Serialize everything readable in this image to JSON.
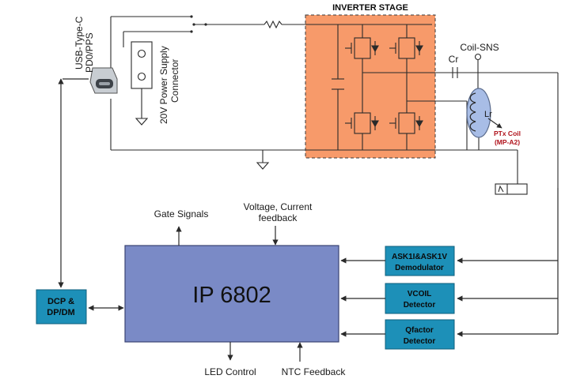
{
  "texts": {
    "inverter_stage": "INVERTER STAGE",
    "usb_line1": "USB-Type-C",
    "usb_line2": "PD0/PPS",
    "ps_line1": "20V Power Supply",
    "ps_line2": "Connector",
    "coil_sns": "Coil-SNS",
    "cr": "Cr",
    "lr": "Lr",
    "ptx_line1": "PTx Coil",
    "ptx_line2": "(MP-A2)",
    "gate_signals": "Gate Signals",
    "voltage_line1": "Voltage, Current",
    "voltage_line2": "feedback",
    "ip_label": "IP 6802",
    "dcp_line1": "DCP &",
    "dcp_line2": "DP/DM",
    "ask_line1": "ASK1I&ASK1V",
    "ask_line2": "Demodulator",
    "vcoil_line1": "VCOIL",
    "vcoil_line2": "Detector",
    "qf_line1": "Qfactor",
    "qf_line2": "Detector",
    "led_control": "LED Control",
    "ntc_feedback": "NTC Feedback"
  },
  "colors": {
    "inverter_fill": "#f79a6a",
    "ip_fill": "#7a8ac6",
    "teal_fill": "#1d90b8",
    "ptx_label": "#b0121b",
    "coil_fill": "#a8bde6",
    "line": "#2a2a2a"
  }
}
